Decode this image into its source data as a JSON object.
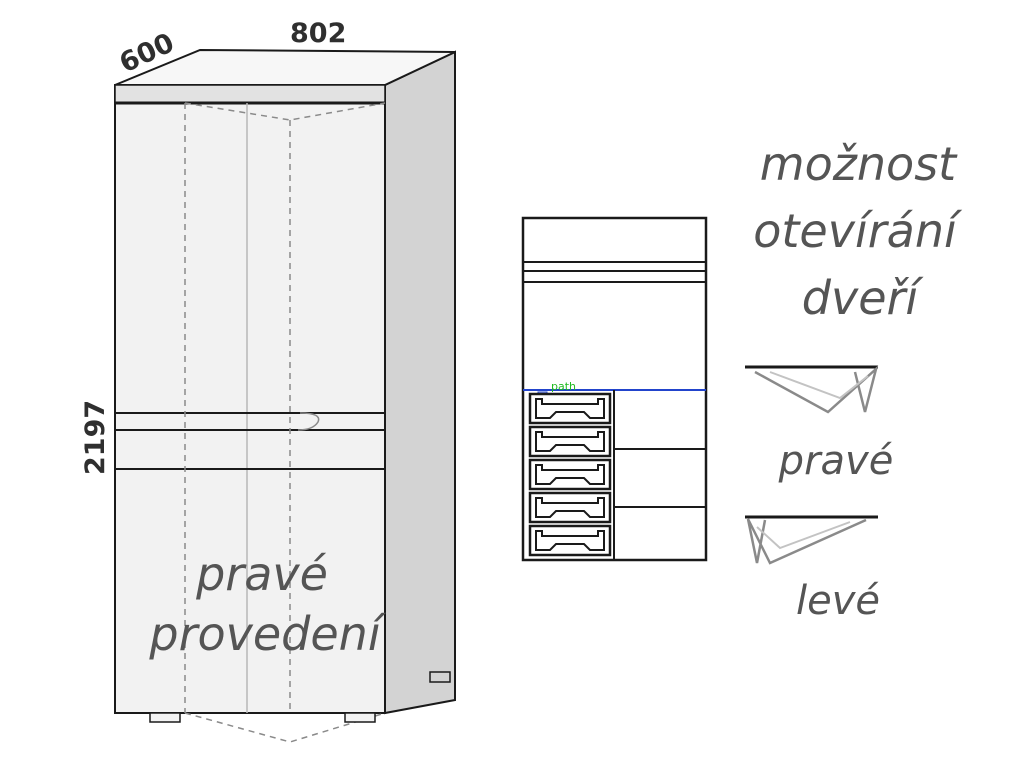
{
  "dimensions": {
    "depth": "600",
    "width": "802",
    "height": "2197"
  },
  "front_label": {
    "line1": "pravé",
    "line2": "provedení"
  },
  "options_title": {
    "line1": "možnost",
    "line2": "otevírání",
    "line3": "dveří"
  },
  "door_options": [
    {
      "label": "pravé",
      "icon": "right-door-swing-icon"
    },
    {
      "label": "levé",
      "icon": "left-door-swing-icon"
    }
  ],
  "selection_tag": "path",
  "colors": {
    "outline": "#1a1a1a",
    "side_panel": "#d3d3d3",
    "front_panel": "#f2f2f2",
    "dashed": "#8a8a8a",
    "label_text": "#555555",
    "selection": "#2244cc",
    "selection_tag": "#22bb22"
  }
}
